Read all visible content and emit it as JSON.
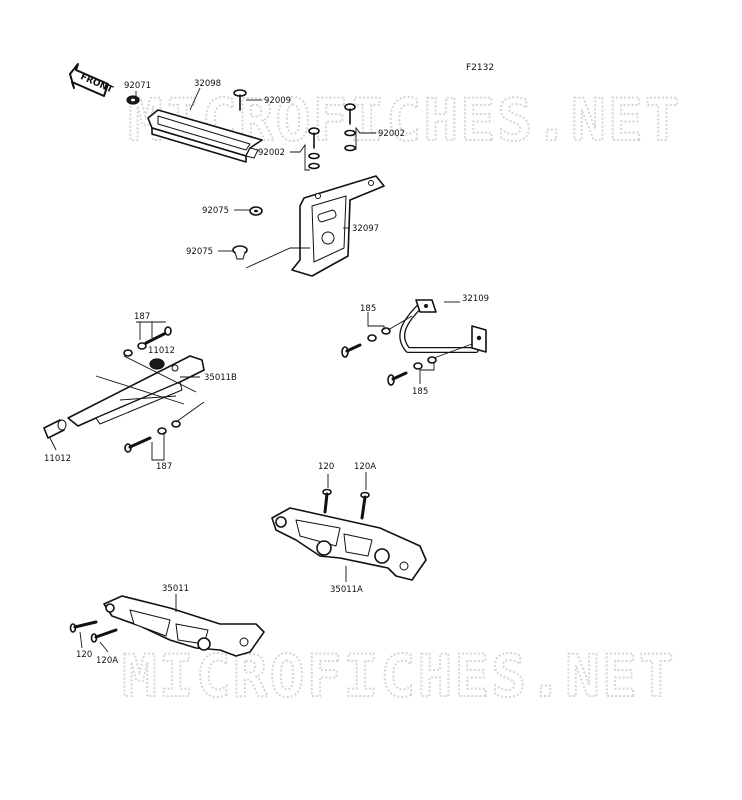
{
  "figure_id": "F2132",
  "watermark": "MICROFICHES.NET",
  "front_label": "FRONT",
  "labels": {
    "p92071": "92071",
    "p32098": "32098",
    "p92009": "92009",
    "p92002a": "92002",
    "p92002b": "92002",
    "p92075a": "92075",
    "p92075b": "92075",
    "p32097": "32097",
    "p187a": "187",
    "p11012a": "11012",
    "p35011B": "35011B",
    "p11012b": "11012",
    "p187b": "187",
    "p185a": "185",
    "p32109": "32109",
    "p185b": "185",
    "p120a": "120",
    "p120Aa": "120A",
    "p35011A": "35011A",
    "p35011": "35011",
    "p120b": "120",
    "p120Ab": "120A"
  }
}
